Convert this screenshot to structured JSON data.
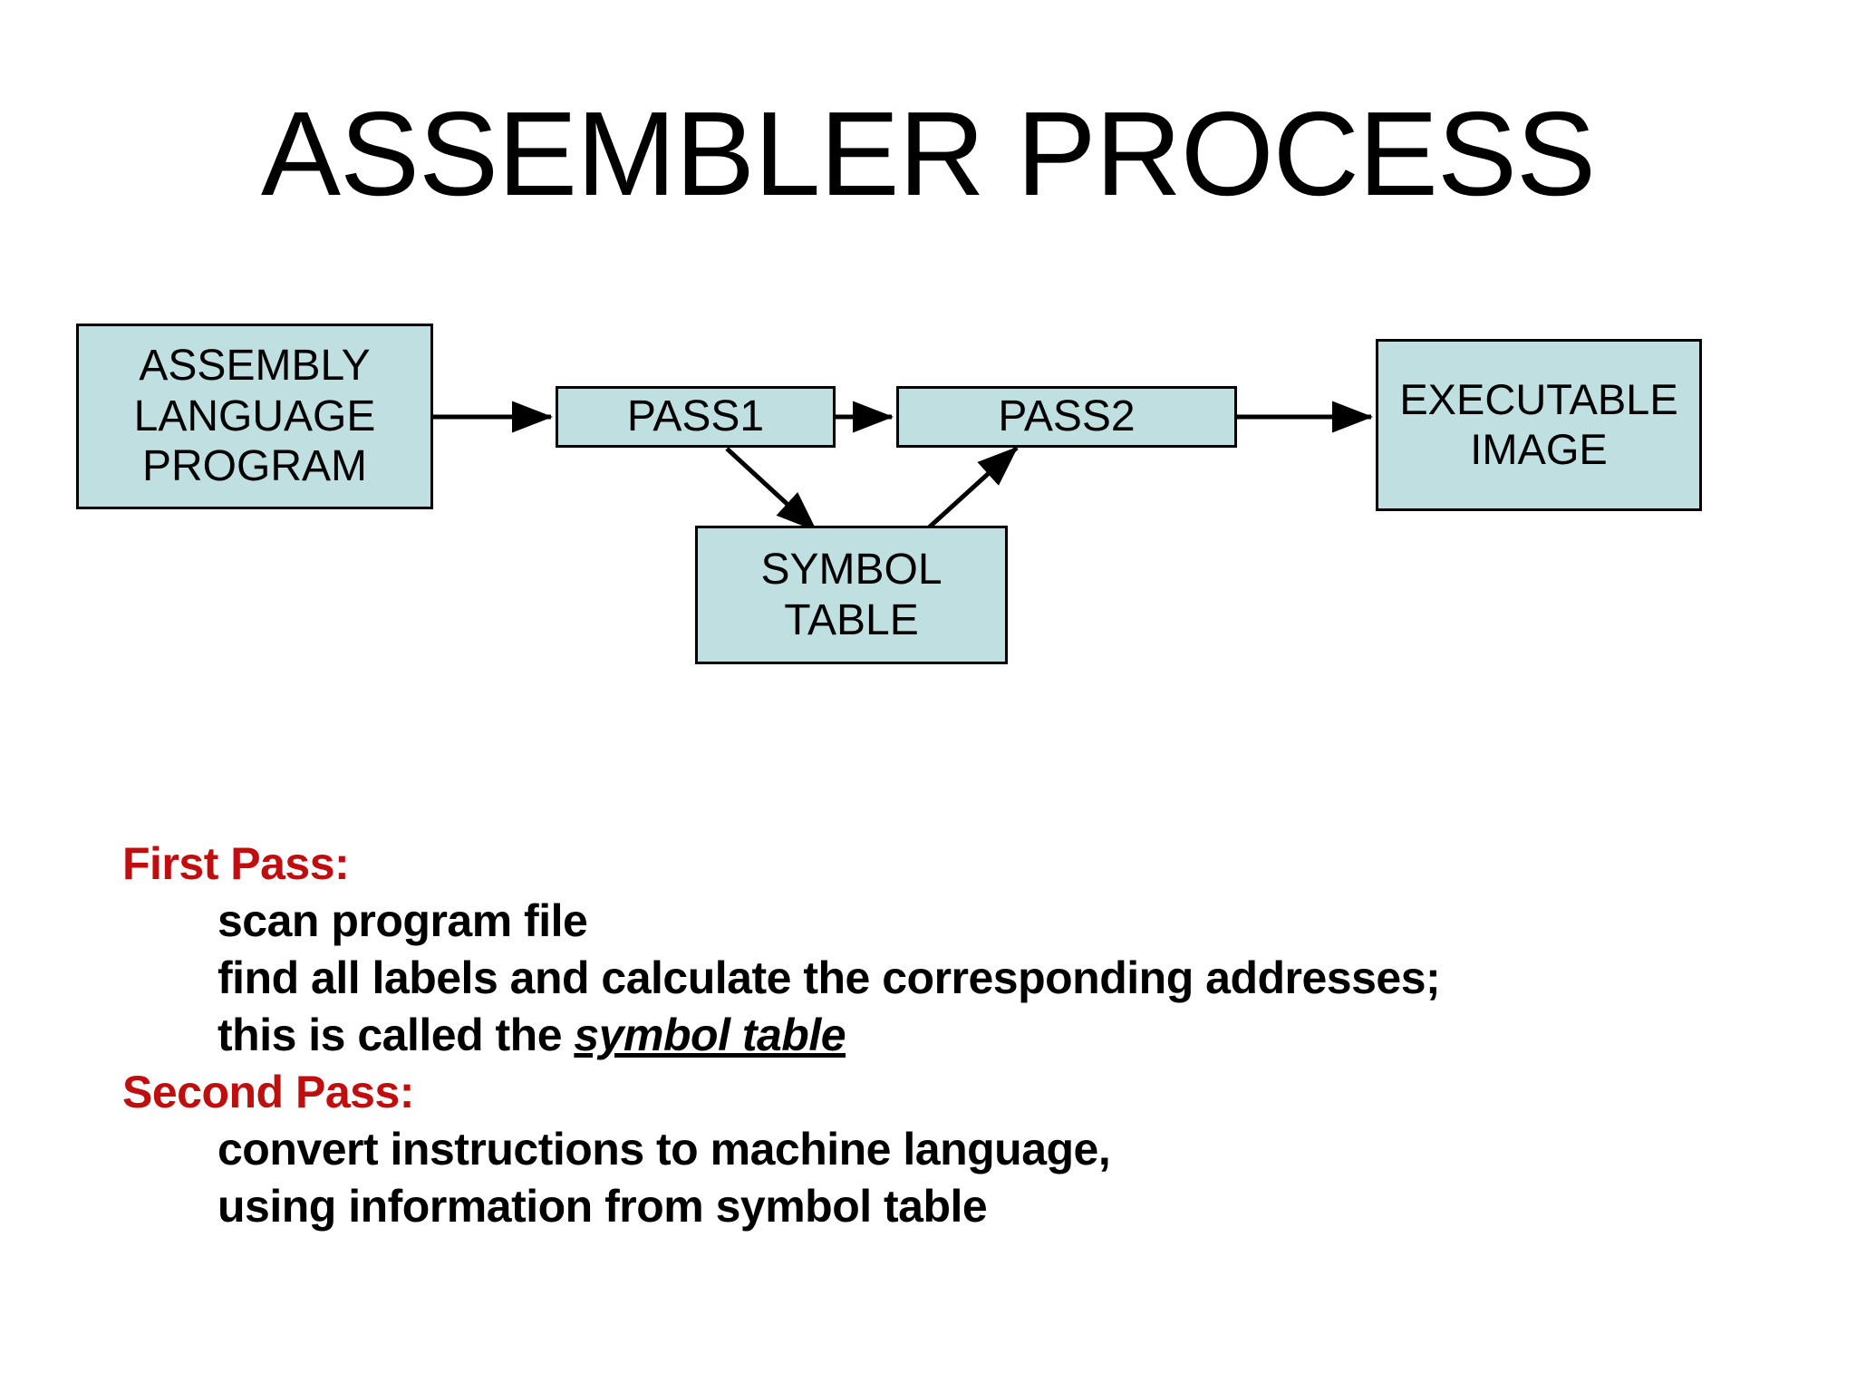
{
  "slide": {
    "title": "ASSEMBLER PROCESS",
    "background_color": "#FFFFFF"
  },
  "diagram": {
    "node_fill_color": "#BFDFE1",
    "node_border_color": "#000000",
    "nodes": [
      {
        "id": "assembly-language-program",
        "label": "ASSEMBLY\nLANGUAGE\nPROGRAM"
      },
      {
        "id": "pass1",
        "label": "PASS1"
      },
      {
        "id": "pass2",
        "label": "PASS2"
      },
      {
        "id": "executable-image",
        "label": "EXECUTABLE\nIMAGE"
      },
      {
        "id": "symbol-table",
        "label": "SYMBOL\nTABLE"
      }
    ],
    "edges": [
      {
        "from": "assembly-language-program",
        "to": "pass1"
      },
      {
        "from": "pass1",
        "to": "pass2"
      },
      {
        "from": "pass2",
        "to": "executable-image"
      },
      {
        "from": "pass1",
        "to": "symbol-table"
      },
      {
        "from": "symbol-table",
        "to": "pass2"
      }
    ]
  },
  "body": {
    "heading_color": "#C00D0D",
    "sections": [
      {
        "heading": "First Pass:",
        "lines": [
          {
            "text": "scan program file",
            "emphasis": ""
          },
          {
            "text": "find all labels and calculate the corresponding addresses;",
            "emphasis": ""
          },
          {
            "text": "this is called the ",
            "emphasis": "symbol table"
          }
        ]
      },
      {
        "heading": "Second Pass:",
        "lines": [
          {
            "text": "convert instructions to machine language,",
            "emphasis": ""
          },
          {
            "text": "using information from symbol table",
            "emphasis": ""
          }
        ]
      }
    ]
  }
}
